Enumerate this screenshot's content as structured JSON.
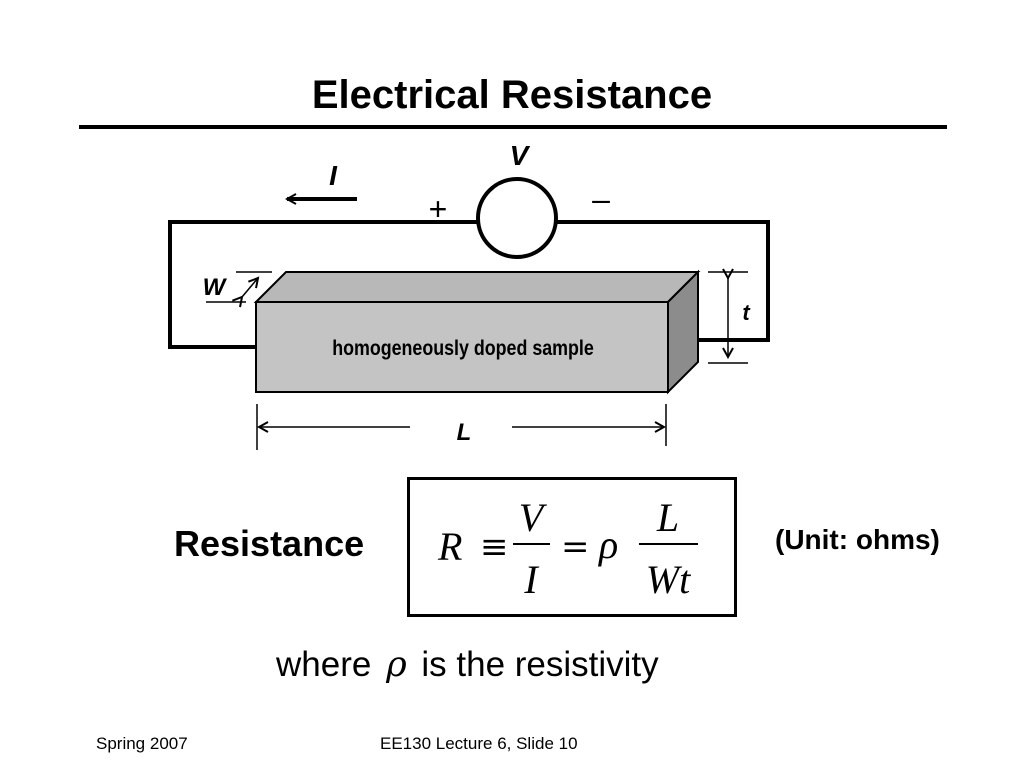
{
  "slide": {
    "title": "Electrical Resistance"
  },
  "diagram": {
    "current_label": "I",
    "voltage_label": "V",
    "plus_sign": "+",
    "minus_sign": "–",
    "width_label": "W",
    "thickness_label": "t",
    "length_label": "L",
    "sample_label": "homogeneously doped sample"
  },
  "formula": {
    "label": "Resistance",
    "lhs": "R",
    "equiv": "≡",
    "num1": "V",
    "den1": "I",
    "eq": "=",
    "rho": "ρ",
    "num2": "L",
    "den2": "Wt",
    "unit_note": "(Unit: ohms)"
  },
  "note": {
    "prefix": "where",
    "rho": "ρ",
    "suffix": "is the resistivity"
  },
  "footer": {
    "left": "Spring 2007",
    "center": "EE130 Lecture 6, Slide 10"
  }
}
